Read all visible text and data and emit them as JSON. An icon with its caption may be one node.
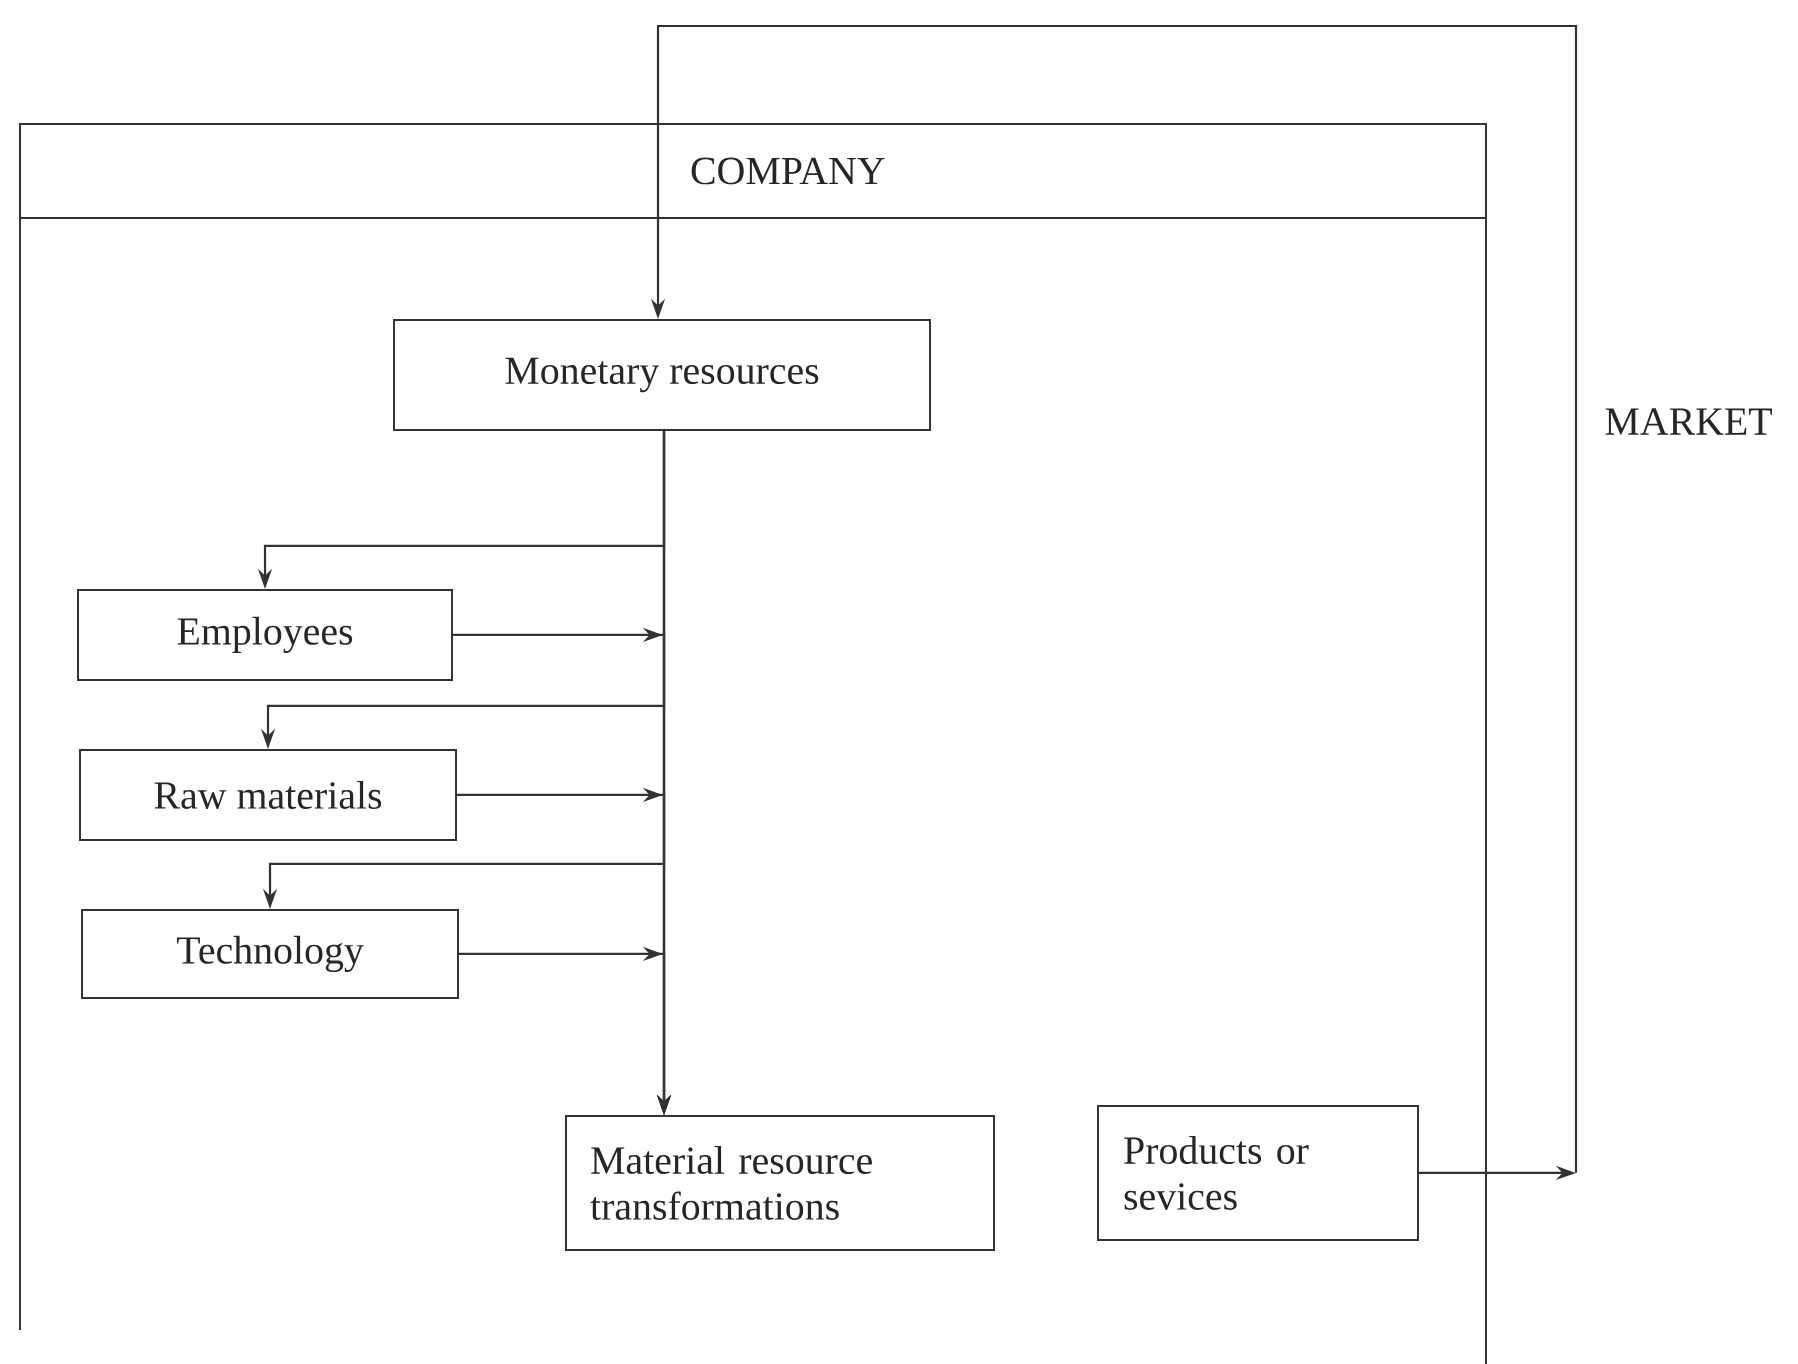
{
  "diagram": {
    "nodes": [
      {
        "text": [
          "COMPANY"
        ]
      },
      {
        "text": [
          "MARKET"
        ]
      },
      {
        "text": [
          "Monetary resources"
        ],
        "in": 0
      },
      {
        "text": [
          "Employees"
        ],
        "in": 0
      },
      {
        "text": [
          "Raw materials"
        ],
        "in": 0
      },
      {
        "text": [
          "Technology"
        ],
        "in": 0
      },
      {
        "text": [
          "Material resource transformations"
        ],
        "in": 0
      },
      {
        "text": [
          "Products or sevices"
        ],
        "in": 0
      }
    ],
    "edges": [
      {
        "from": 7,
        "to": 1,
        "arrow": "to"
      },
      {
        "from": 1,
        "to": 2,
        "arrow": "to"
      },
      {
        "from": 2,
        "to": 6,
        "arrow": "to"
      },
      {
        "from": 2,
        "to": 3,
        "arrow": "to"
      },
      {
        "from": 2,
        "to": 4,
        "arrow": "to"
      },
      {
        "from": 2,
        "to": 5,
        "arrow": "to"
      },
      {
        "from": 3,
        "to": 6,
        "arrow": "to"
      },
      {
        "from": 4,
        "to": 6,
        "arrow": "to"
      },
      {
        "from": 5,
        "to": 6,
        "arrow": "to"
      }
    ]
  }
}
